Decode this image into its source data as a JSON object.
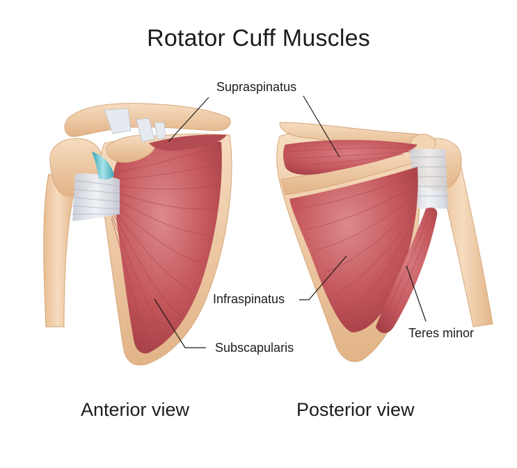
{
  "title": "Rotator Cuff Muscles",
  "views": {
    "anterior": "Anterior view",
    "posterior": "Posterior view"
  },
  "labels": {
    "supraspinatus": "Supraspinatus",
    "infraspinatus": "Infraspinatus",
    "subscapularis": "Subscapularis",
    "teres_minor": "Teres minor"
  },
  "colors": {
    "muscle": "#c4575c",
    "muscle_dark": "#9e3b42",
    "muscle_light": "#dc8a8c",
    "bone": "#f2d2b0",
    "bone_shadow": "#d9ad84",
    "tendon": "#d9dde6",
    "cartilage": "#6fc7d3"
  }
}
